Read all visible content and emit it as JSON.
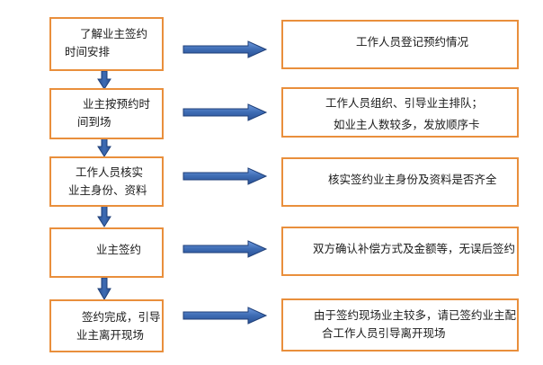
{
  "steps": [
    {
      "label_lines": [
        "了解业主签约",
        "时间安排"
      ],
      "description_lines": [
        "工作人员登记预约情况"
      ]
    },
    {
      "label_lines": [
        "业主按预约时",
        "间到场"
      ],
      "description_lines": [
        "工作人员组织、引导业主排队；",
        "如业主人数较多，发放顺序卡"
      ]
    },
    {
      "label_lines": [
        "工作人员核实",
        "业主身份、资料"
      ],
      "description_lines": [
        "核实签约业主身份及资料是否齐全"
      ]
    },
    {
      "label_lines": [
        "业主签约"
      ],
      "description_lines": [
        "双方确认补偿方式及金额等，无误后签约"
      ]
    },
    {
      "label_lines": [
        "签约完成，引导",
        "业主离开现场"
      ],
      "description_lines": [
        "由于签约现场业主较多，请已签约业主配",
        "合工作人员引导离开现场"
      ]
    }
  ],
  "colors": {
    "box_border": "#e98f3c",
    "arrow_fill": "#3d6bb3",
    "arrow_stroke": "#1f3f78"
  }
}
